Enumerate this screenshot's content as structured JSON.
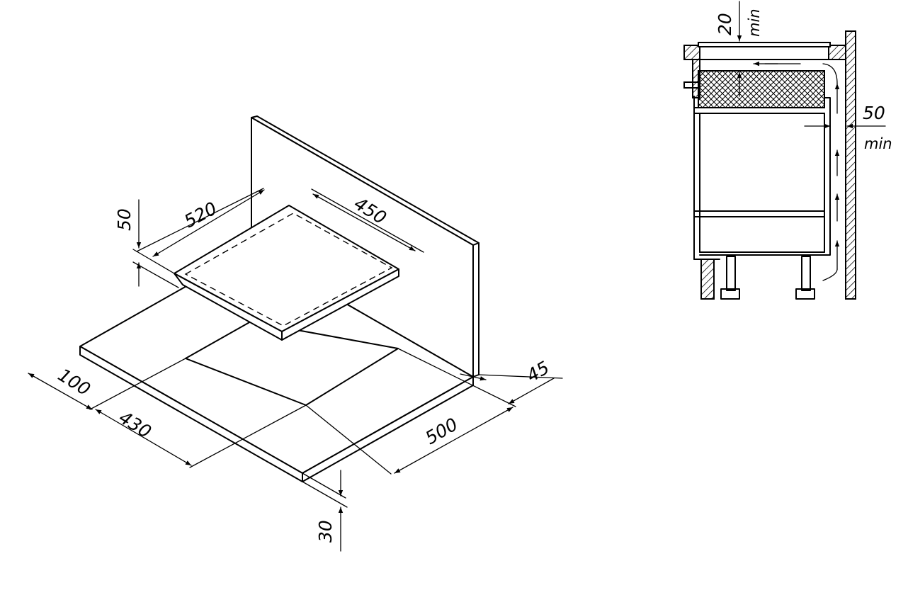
{
  "colors": {
    "line": "#000000",
    "background": "#ffffff"
  },
  "isometric_view": {
    "dimensions": {
      "hob_length": "520",
      "hob_width": "450",
      "hob_gap": "50",
      "side_clearance": "100",
      "cutout_width": "430",
      "cutout_depth": "500",
      "back_clearance": "45",
      "worktop_thickness": "30"
    }
  },
  "section_view": {
    "dimensions": {
      "top_gap": "20",
      "top_gap_qualifier": "min",
      "rear_gap": "50",
      "rear_gap_qualifier": "min"
    }
  }
}
